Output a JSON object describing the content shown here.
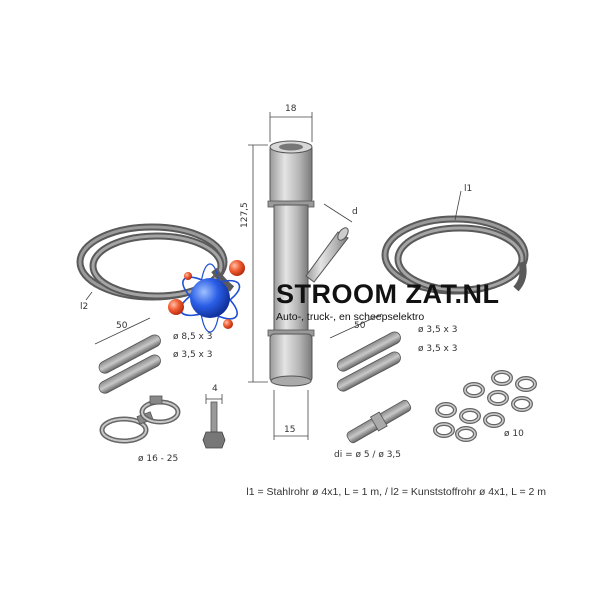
{
  "logo": {
    "brand": "STROOM ZAT.NL",
    "tagline": "Auto-, truck-, en scheepselektro"
  },
  "labels": {
    "tube_width_top": "18",
    "tube_height": "127,5",
    "tube_width_bottom": "15",
    "branch_d": "d",
    "hose_l1": "l1",
    "hose_l2": "l2",
    "sleeve_left_length": "50",
    "sleeve_left_dim1": "ø 8,5 x 3",
    "sleeve_left_dim2": "ø 3,5 x 3",
    "sleeve_right_length": "50",
    "sleeve_right_dim1": "ø 3,5 x 3",
    "sleeve_right_dim2": "ø 3,5 x 3",
    "clamp_left": "ø 16 - 25",
    "screw_dim": "4",
    "connector_dim": "di = ø 5 / ø 3,5",
    "clamp_right": "ø 10"
  },
  "caption": "l1 = Stahlrohr ø 4x1, L = 1 m, / l2 = Kunststoffrohr ø 4x1, L = 2 m",
  "colors": {
    "part_gray": "#8a8a8a",
    "part_dark": "#555555",
    "logo_blue": "#1f4fd6",
    "logo_red": "#e8452a"
  }
}
